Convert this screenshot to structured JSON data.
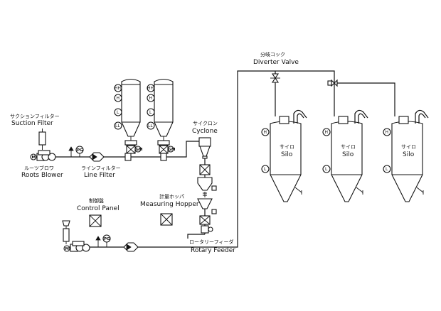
{
  "labels": {
    "suction_filter_jp": "サクションフィルター",
    "suction_filter_en": "Suction Filter",
    "roots_blower_jp": "ルーツブロワ",
    "roots_blower_en": "Roots Blower",
    "line_filter_jp": "ラインフィルター",
    "line_filter_en": "Line Filter",
    "cyclone_jp": "サイクロン",
    "cyclone_en": "Cyclone",
    "measuring_hopper_jp": "計量ホッパ",
    "measuring_hopper_en": "Measuring Hopper",
    "control_panel_jp": "制御盤",
    "control_panel_en": "Control Panel",
    "rotary_feeder_jp": "ロータリーフィーダ",
    "rotary_feeder_en": "Rotary Feeder",
    "diverter_valve_jp": "分岐コック",
    "diverter_valve_en": "Diverter Valve"
  },
  "silos": [
    {
      "jp": "サイロ",
      "en": "Silo"
    },
    {
      "jp": "サイロ",
      "en": "Silo"
    },
    {
      "jp": "サイロ",
      "en": "Silo"
    }
  ],
  "level_marks": {
    "hh": "HH",
    "h": "H",
    "l": "L",
    "ll": "LL"
  },
  "instrument_marks": {
    "pressure_gauge": "PG",
    "motor": "M",
    "gate": "GM"
  }
}
